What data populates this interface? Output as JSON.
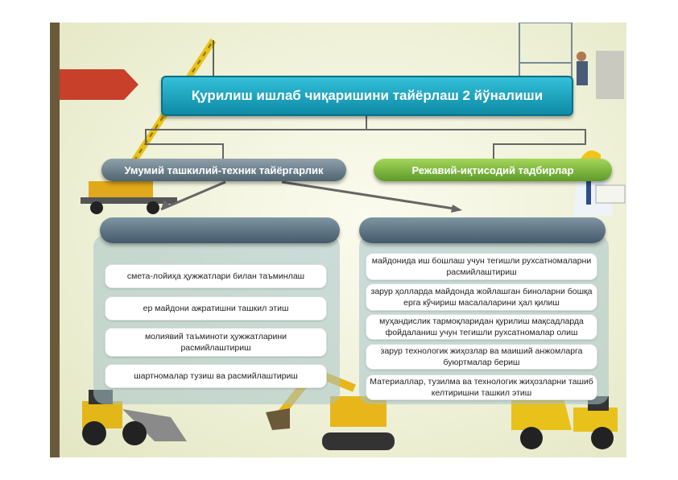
{
  "title": "Қурилиш ишлаб чиқаришини тайёрлаш 2 йўналиши",
  "left_branch": {
    "label": "Умумий ташкилий-техник тайёргарлик",
    "items": [
      "смета-лойиҳа ҳужжатлари билан таъминлаш",
      "ер майдони ажратишни ташкил этиш",
      "молиявий таъминоти ҳужжатларини расмийлаштириш",
      "шартномалар тузиш ва расмийлаштириш"
    ]
  },
  "right_branch": {
    "label": "Режавий-иқтисодий тадбирлар",
    "items": [
      "майдонида иш бошлаш учун тегишли рухсатномаларни расмийлаштириш",
      "зарур ҳолларда майдонда жойлашган биноларни бошқа ерга кўчириш масалаларини ҳал қилиш",
      "муҳандислик тармоқларидан қурилиш мақсадларда фойдаланиш учун тегишли рухсатномалар олиш",
      "зарур технологик жиҳозлар ва маиший анжомларга буюртмалар бериш",
      "Материаллар, тузилма ва технологик жиҳозларни ташиб келтиришни ташкил этиш"
    ]
  },
  "colors": {
    "title_bg": "#1aa6c0",
    "left_pill": "#5f7380",
    "right_pill": "#76b236",
    "slide_bg": "#eef0d6"
  }
}
